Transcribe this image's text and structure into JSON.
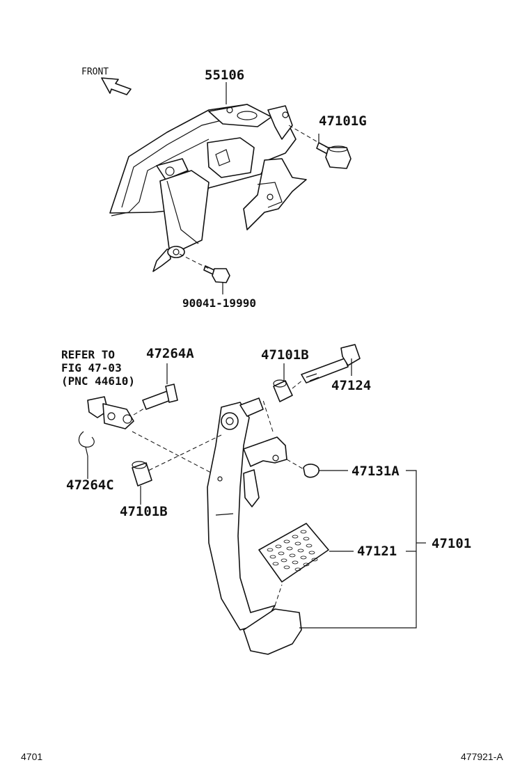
{
  "front_label": "FRONT",
  "callouts": {
    "bracket": "55106",
    "bracket_bolt": "47101G",
    "bolt_bottom": "90041-19990",
    "refer_line1": "REFER TO",
    "refer_line2": "FIG 47-03",
    "refer_line3": "(PNC 44610)",
    "clevis_pin": "47264A",
    "bushing_top": "47101B",
    "pivot_bolt": "47124",
    "clip": "47264C",
    "bushing_bottom": "47101B",
    "stopper": "47131A",
    "pedal_pad": "47121",
    "pedal_assembly": "47101"
  },
  "footer": {
    "left_code": "4701",
    "right_code": "477921-A"
  }
}
